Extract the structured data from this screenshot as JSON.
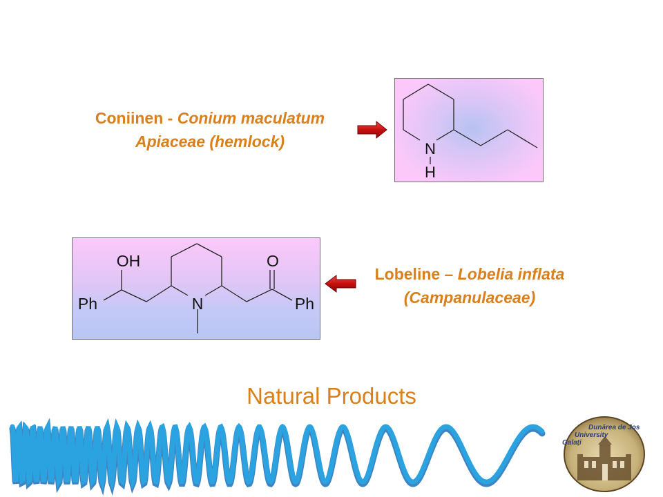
{
  "coniine": {
    "name": "Coniinen",
    "sep": " - ",
    "source": "Conium maculatum",
    "family": "Apiaceae (hemlock)",
    "atom_n": "N",
    "atom_h": "H"
  },
  "lobeline": {
    "name": "Lobeline",
    "sep": " – ",
    "source": "Lobelia inflata",
    "family": "(Campanulaceae)",
    "atom_oh": "OH",
    "atom_o": "O",
    "atom_ph_left": "Ph",
    "atom_n": "N",
    "atom_ph_right": "Ph"
  },
  "heading": "Natural Products",
  "logo": {
    "line1": "Dunărea de Jos",
    "line2": "University",
    "line3": "Galați"
  },
  "colors": {
    "caption": "#d9801a",
    "arrow": "#cc1111",
    "wave_blue": "#2aa3e0",
    "wave_dark": "#1c6fb8"
  }
}
